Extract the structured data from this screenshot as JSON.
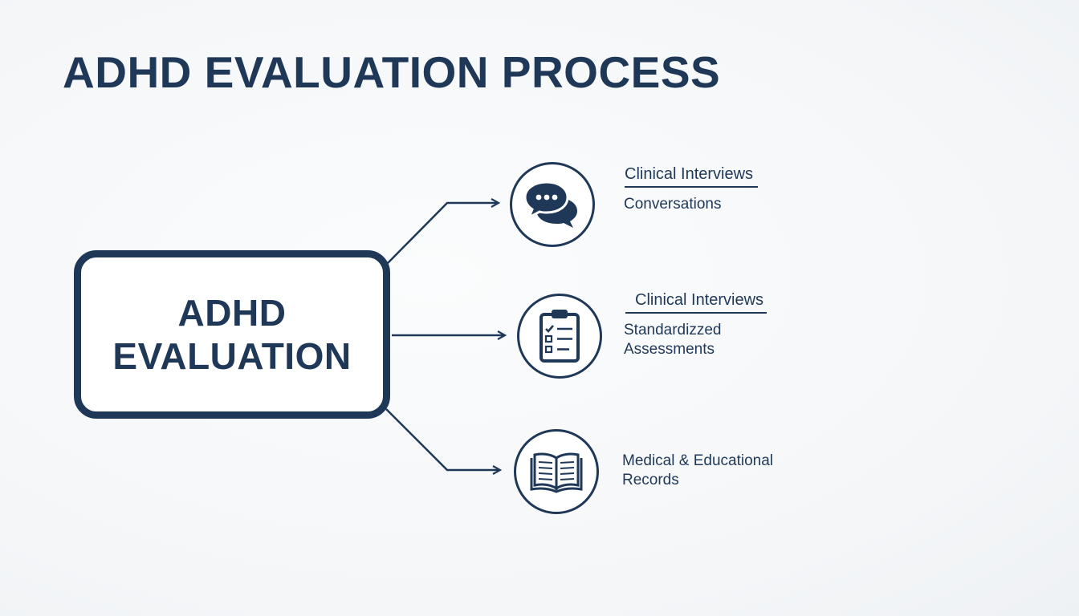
{
  "title": "ADHD EVALUATION PROCESS",
  "center": {
    "line1": "ADHD",
    "line2": "EVALUATION"
  },
  "branches": [
    {
      "icon": "speech-bubbles-icon",
      "heading": "Clinical Interviews",
      "text_line1": "Conversations",
      "text_line2": ""
    },
    {
      "icon": "clipboard-checklist-icon",
      "heading": "Clinical Interviews",
      "text_line1": "Standardizzed",
      "text_line2": "Assessments"
    },
    {
      "icon": "open-book-icon",
      "heading": "",
      "text_line1": "Medical & Educational",
      "text_line2": "Records"
    }
  ],
  "colors": {
    "primary": "#1f3858",
    "background": "#f6f8fa"
  }
}
